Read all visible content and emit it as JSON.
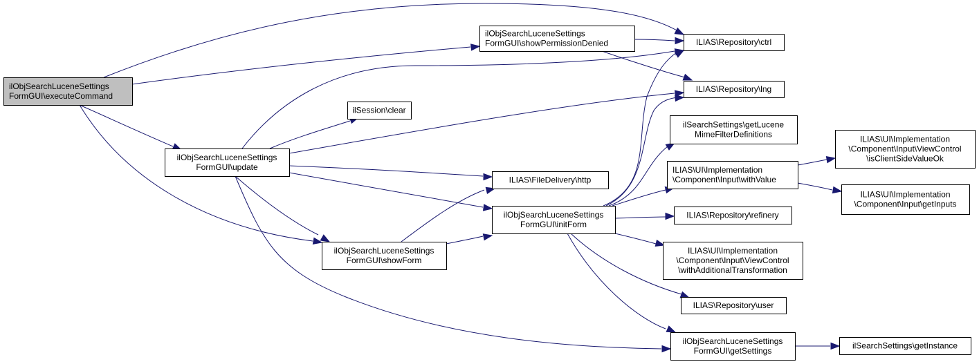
{
  "diagram": {
    "type": "call-graph",
    "edge_color": "#191970",
    "root_fill": "#bfbfbf",
    "node_fill": "#ffffff",
    "nodes": [
      {
        "id": "executeCommand",
        "lines": [
          "ilObjSearchLuceneSettings",
          "FormGUI\\executeCommand"
        ],
        "root": true,
        "align": "left"
      },
      {
        "id": "showPermissionDenied",
        "lines": [
          "ilObjSearchLuceneSettings",
          "FormGUI\\showPermissionDenied"
        ],
        "align": "left"
      },
      {
        "id": "ctrl",
        "lines": [
          "ILIAS\\Repository\\ctrl"
        ]
      },
      {
        "id": "lng",
        "lines": [
          "ILIAS\\Repository\\lng"
        ]
      },
      {
        "id": "sessionClear",
        "lines": [
          "ilSession\\clear"
        ]
      },
      {
        "id": "update",
        "lines": [
          "ilObjSearchLuceneSettings",
          "FormGUI\\update"
        ]
      },
      {
        "id": "getLuceneMime",
        "lines": [
          "ilSearchSettings\\getLucene",
          "MimeFilterDefinitions"
        ]
      },
      {
        "id": "withValue",
        "lines": [
          "ILIAS\\UI\\Implementation",
          "\\Component\\Input\\withValue"
        ],
        "align": "left"
      },
      {
        "id": "isClientSideValueOk",
        "lines": [
          "ILIAS\\UI\\Implementation",
          "\\Component\\Input\\ViewControl",
          "\\isClientSideValueOk"
        ]
      },
      {
        "id": "getInputs",
        "lines": [
          "ILIAS\\UI\\Implementation",
          "\\Component\\Input\\getInputs"
        ]
      },
      {
        "id": "http",
        "lines": [
          "ILIAS\\FileDelivery\\http"
        ]
      },
      {
        "id": "initForm",
        "lines": [
          "ilObjSearchLuceneSettings",
          "FormGUI\\initForm"
        ]
      },
      {
        "id": "refinery",
        "lines": [
          "ILIAS\\Repository\\refinery"
        ]
      },
      {
        "id": "showForm",
        "lines": [
          "ilObjSearchLuceneSettings",
          "FormGUI\\showForm"
        ]
      },
      {
        "id": "withAdditionalTransformation",
        "lines": [
          "ILIAS\\UI\\Implementation",
          "\\Component\\Input\\ViewControl",
          "\\withAdditionalTransformation"
        ]
      },
      {
        "id": "user",
        "lines": [
          "ILIAS\\Repository\\user"
        ]
      },
      {
        "id": "getSettings",
        "lines": [
          "ilObjSearchLuceneSettings",
          "FormGUI\\getSettings"
        ]
      },
      {
        "id": "getInstance",
        "lines": [
          "ilSearchSettings\\getInstance"
        ]
      }
    ],
    "edges": [
      {
        "from": "executeCommand",
        "to": "ctrl"
      },
      {
        "from": "executeCommand",
        "to": "showPermissionDenied"
      },
      {
        "from": "executeCommand",
        "to": "update"
      },
      {
        "from": "executeCommand",
        "to": "showForm"
      },
      {
        "from": "showPermissionDenied",
        "to": "ctrl"
      },
      {
        "from": "showPermissionDenied",
        "to": "lng"
      },
      {
        "from": "update",
        "to": "ctrl"
      },
      {
        "from": "update",
        "to": "sessionClear"
      },
      {
        "from": "update",
        "to": "lng"
      },
      {
        "from": "update",
        "to": "http"
      },
      {
        "from": "update",
        "to": "initForm"
      },
      {
        "from": "update",
        "to": "showForm"
      },
      {
        "from": "update",
        "to": "getSettings"
      },
      {
        "from": "showForm",
        "to": "http"
      },
      {
        "from": "showForm",
        "to": "initForm"
      },
      {
        "from": "initForm",
        "to": "ctrl"
      },
      {
        "from": "initForm",
        "to": "lng"
      },
      {
        "from": "initForm",
        "to": "getLuceneMime"
      },
      {
        "from": "initForm",
        "to": "withValue"
      },
      {
        "from": "initForm",
        "to": "refinery"
      },
      {
        "from": "initForm",
        "to": "withAdditionalTransformation"
      },
      {
        "from": "initForm",
        "to": "user"
      },
      {
        "from": "initForm",
        "to": "getSettings"
      },
      {
        "from": "withValue",
        "to": "isClientSideValueOk"
      },
      {
        "from": "withValue",
        "to": "getInputs"
      },
      {
        "from": "getSettings",
        "to": "getInstance"
      }
    ]
  }
}
